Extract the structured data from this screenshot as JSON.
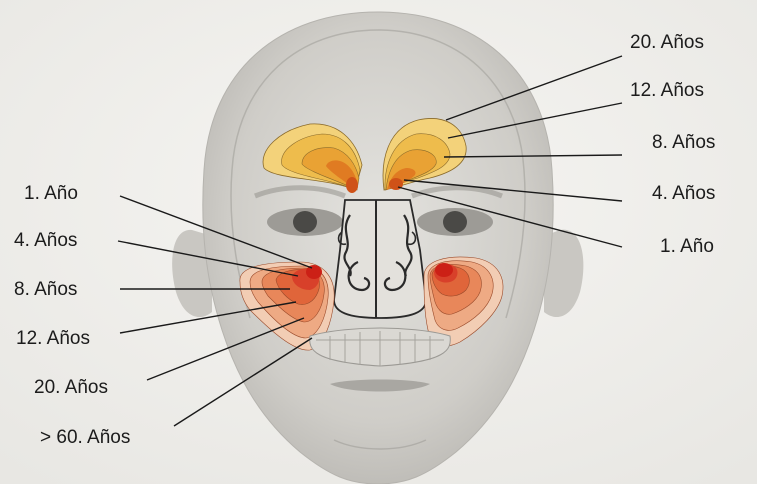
{
  "diagram": {
    "left_labels": [
      {
        "id": "l1",
        "text": "1. Año"
      },
      {
        "id": "l2",
        "text": "4. Años"
      },
      {
        "id": "l3",
        "text": "8. Años"
      },
      {
        "id": "l4",
        "text": "12. Años"
      },
      {
        "id": "l5",
        "text": "20. Años"
      },
      {
        "id": "l6",
        "text": "> 60. Años"
      }
    ],
    "right_labels": [
      {
        "id": "r1",
        "text": "20. Años"
      },
      {
        "id": "r2",
        "text": "12. Años"
      },
      {
        "id": "r3",
        "text": "8. Años"
      },
      {
        "id": "r4",
        "text": "4. Años"
      },
      {
        "id": "r5",
        "text": "1. Año"
      }
    ],
    "colors": {
      "frontal_sinus": [
        "#f3d27a",
        "#eebc4c",
        "#e9a234",
        "#e07b22",
        "#cf5218"
      ],
      "maxillary_sinus": [
        "#f2cdb4",
        "#eeaa84",
        "#e8875a",
        "#e0653a",
        "#d8402a",
        "#cc2016"
      ],
      "skin": "#cfcdc8",
      "leader_line": "#1a1a1a"
    }
  }
}
